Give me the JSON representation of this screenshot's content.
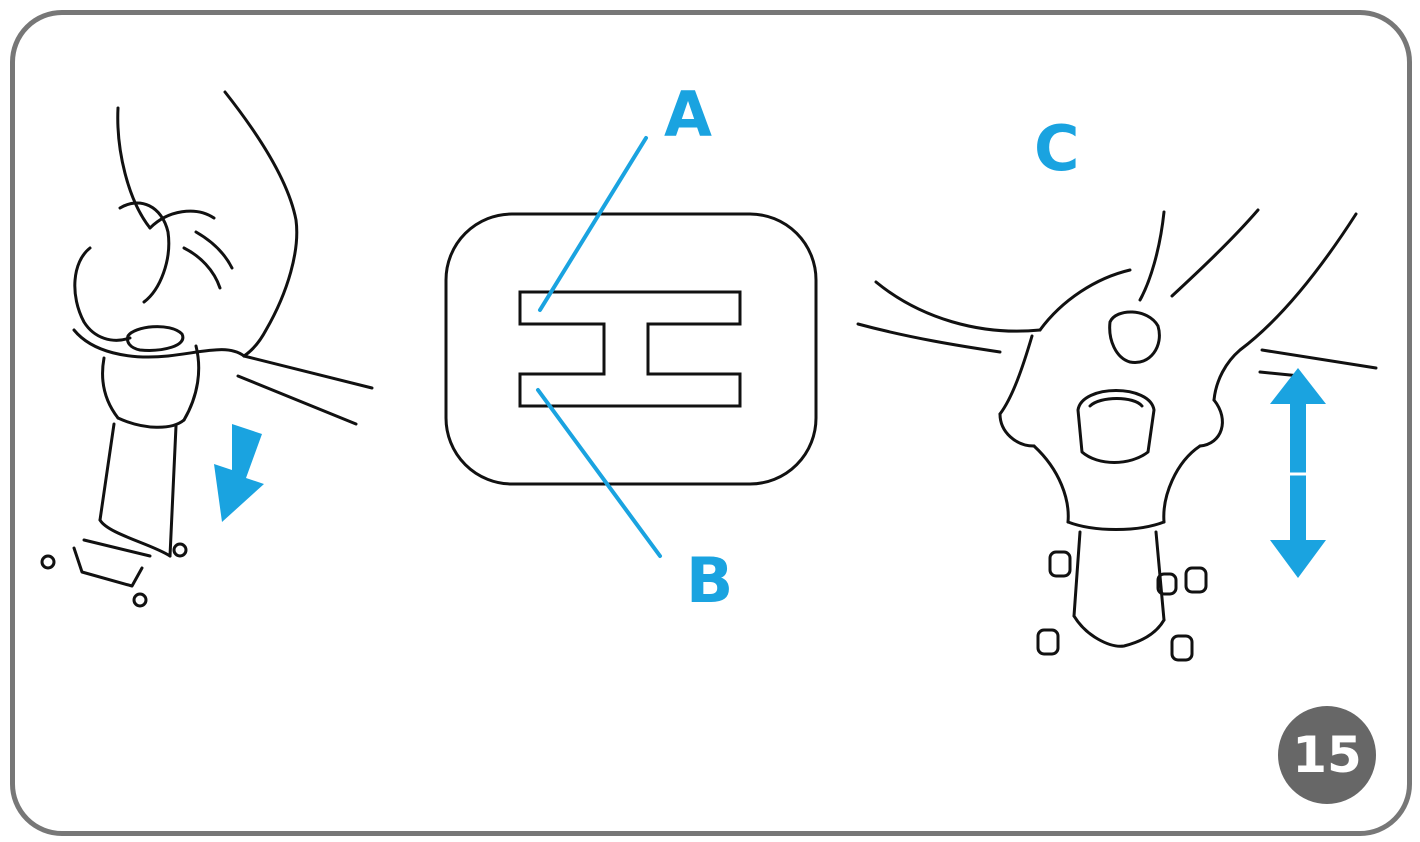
{
  "labels": {
    "a": "A",
    "b": "B",
    "c": "C"
  },
  "step_number": "15",
  "colors": {
    "accent": "#1aa3e0",
    "frame": "#777777",
    "badge": "#676767",
    "line": "#111111"
  },
  "icons": {
    "left": "hand-pulling-belt-icon",
    "center": "h-slot-plate-icon",
    "right": "hands-adjusting-buckle-icon",
    "down_arrow": "arrow-down-icon",
    "vertical_arrow": "double-arrow-vertical-icon"
  }
}
